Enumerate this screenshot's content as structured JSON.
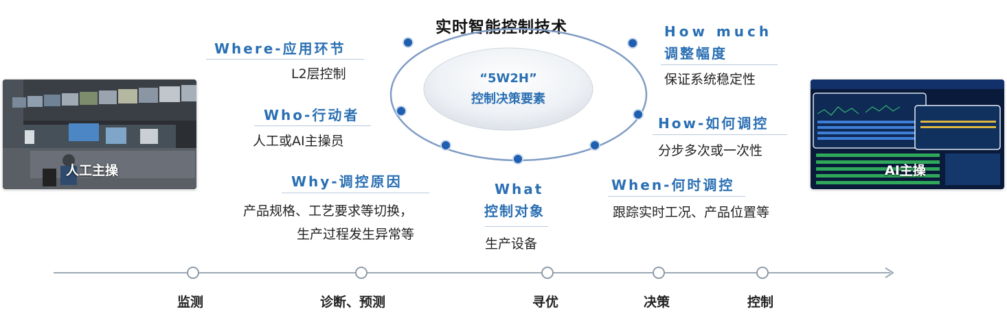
{
  "title": "实时智能控制技术",
  "center": {
    "line1": "“5W2H”",
    "line2": "控制决策要素"
  },
  "where": {
    "head": "Where-应用环节",
    "body": "L2层控制"
  },
  "who": {
    "head": "Who-行动者",
    "body": "人工或AI主操员"
  },
  "why": {
    "head": "Why-调控原因",
    "body1": "产品规格、工艺要求等切换，",
    "body2": "生产过程发生异常等"
  },
  "what": {
    "head1": "What",
    "head2": "控制对象",
    "body": "生产设备"
  },
  "how_much": {
    "head1": "How much",
    "head2": "调整幅度",
    "body": "保证系统稳定性"
  },
  "how": {
    "head": "How-如何调控",
    "body": "分步多次或一次性"
  },
  "when": {
    "head": "When-何时调控",
    "body": "跟踪实时工况、产品位置等"
  },
  "left_photo": {
    "label": "人工主操"
  },
  "right_photo": {
    "label": "AI主操"
  },
  "timeline": {
    "stages": [
      "监测",
      "诊断、预测",
      "寻优",
      "决策",
      "控制"
    ]
  },
  "colors": {
    "accent": "#2a6fb3",
    "node": "#1f5fb0",
    "line": "#9aa7b5"
  }
}
